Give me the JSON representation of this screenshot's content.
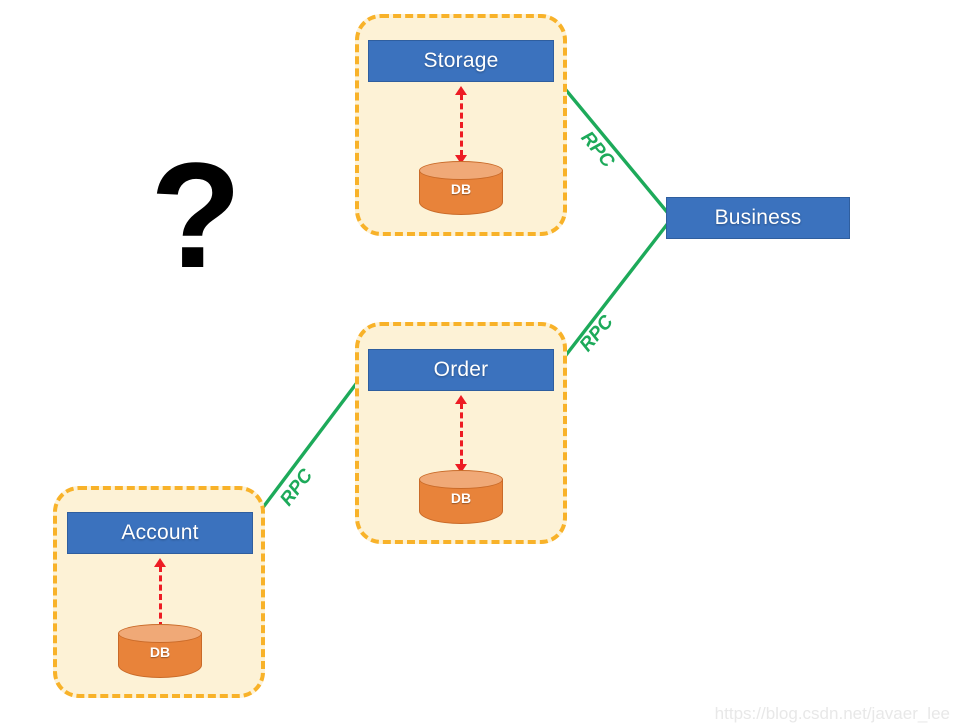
{
  "diagram": {
    "question_mark": "?",
    "watermark": "https://blog.csdn.net/javaer_lee",
    "colors": {
      "service_box": "#3B72BE",
      "group_fill": "#FDF2D6",
      "group_border": "#F8B229",
      "db_body": "#E8833A",
      "db_top": "#F0A977",
      "rpc_line": "#1DAA5A",
      "db_link": "#ED1C24",
      "watermark": "#E8E8E8"
    },
    "services": [
      {
        "id": "storage",
        "label": "Storage",
        "db_label": "DB"
      },
      {
        "id": "order",
        "label": "Order",
        "db_label": "DB"
      },
      {
        "id": "account",
        "label": "Account",
        "db_label": "DB"
      }
    ],
    "client": {
      "id": "business",
      "label": "Business"
    },
    "connections": [
      {
        "from": "business",
        "to": "storage",
        "label": "RPC",
        "protocol": "RPC"
      },
      {
        "from": "business",
        "to": "order",
        "label": "RPC",
        "protocol": "RPC"
      },
      {
        "from": "order",
        "to": "account",
        "label": "RPC",
        "protocol": "RPC"
      }
    ]
  }
}
